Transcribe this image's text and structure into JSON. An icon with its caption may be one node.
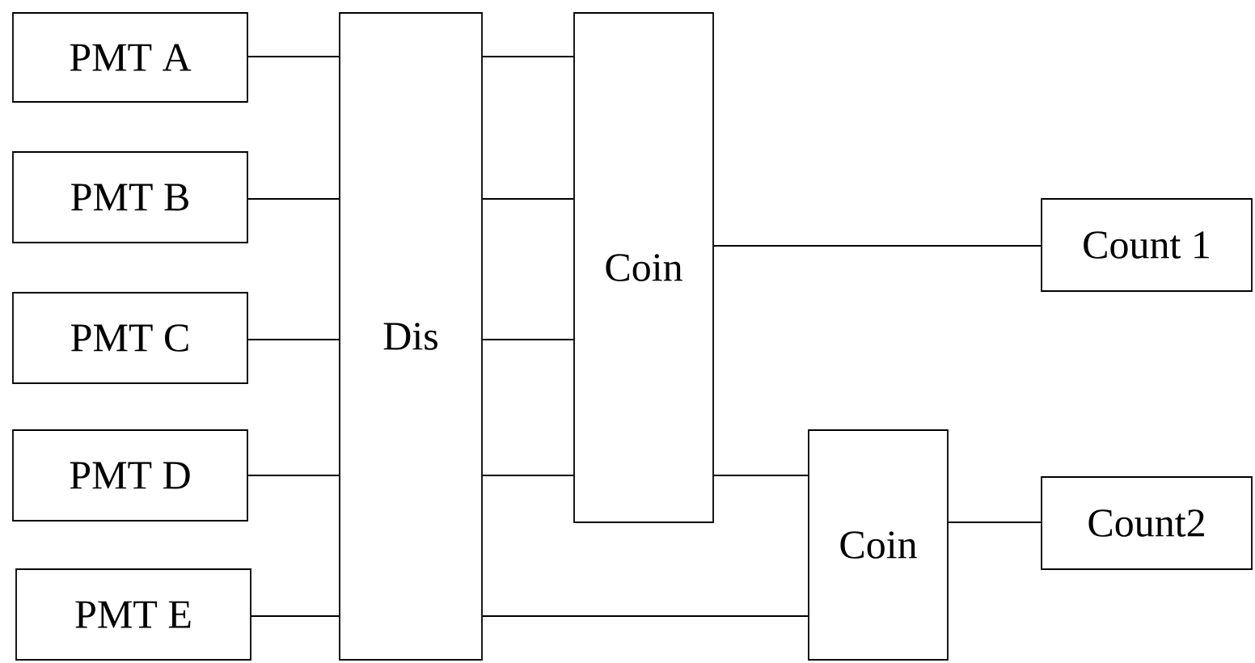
{
  "diagram": {
    "nodes": [
      {
        "text": [
          "PMT A"
        ]
      },
      {
        "text": [
          "PMT B"
        ]
      },
      {
        "text": [
          "PMT C"
        ]
      },
      {
        "text": [
          "PMT D"
        ]
      },
      {
        "text": [
          "PMT E"
        ]
      },
      {
        "text": [
          "Dis"
        ]
      },
      {
        "text": [
          "Coin"
        ]
      },
      {
        "text": [
          "Coin"
        ]
      },
      {
        "text": [
          "Count 1"
        ]
      },
      {
        "text": [
          "Count2"
        ]
      }
    ],
    "edges": [
      {
        "from": 0,
        "to": 5,
        "arrow": "none"
      },
      {
        "from": 1,
        "to": 5,
        "arrow": "none"
      },
      {
        "from": 2,
        "to": 5,
        "arrow": "none"
      },
      {
        "from": 3,
        "to": 5,
        "arrow": "none"
      },
      {
        "from": 4,
        "to": 5,
        "arrow": "none"
      },
      {
        "from": 5,
        "to": 6,
        "arrow": "none"
      },
      {
        "from": 5,
        "to": 6,
        "arrow": "none"
      },
      {
        "from": 5,
        "to": 6,
        "arrow": "none"
      },
      {
        "from": 5,
        "to": 6,
        "arrow": "none"
      },
      {
        "from": 5,
        "to": 7,
        "arrow": "none"
      },
      {
        "from": 6,
        "to": 8,
        "arrow": "none"
      },
      {
        "from": 6,
        "to": 7,
        "arrow": "none"
      },
      {
        "from": 7,
        "to": 9,
        "arrow": "none"
      }
    ]
  }
}
